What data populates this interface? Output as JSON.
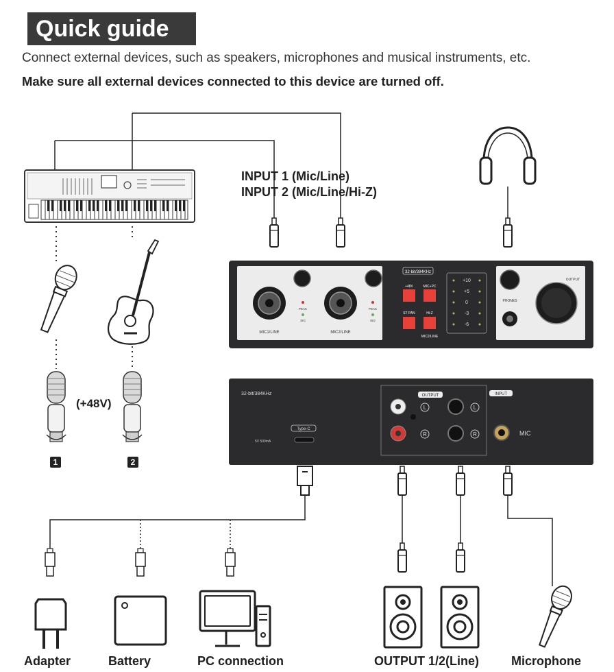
{
  "header": {
    "title": "Quick guide",
    "subtitle": "Connect external devices, such as speakers, microphones and musical instruments, etc.",
    "warning": "Make sure all external devices connected to this device are turned off."
  },
  "inputs_label": {
    "line1": "INPUT 1 (Mic/Line)",
    "line2": "INPUT 2 (Mic/Line/Hi-Z)"
  },
  "phantom_label": "(+48V)",
  "mic_badges": [
    "1",
    "2"
  ],
  "front_panel": {
    "spec": "32-bit/384KHz",
    "mic1": "MIC1/LINE",
    "mic2": "MIC2/LINE",
    "peak": "PEAK",
    "sig": "SIG",
    "btn_48v": "+48V",
    "btn_micpc": "MIC+PC",
    "btn_stpan": "ST PAN",
    "btn_hiz": "Hi-Z",
    "hiz_label": "MIC2/LINE",
    "meter": [
      "+10",
      "+5",
      "0",
      "-3",
      "-6"
    ],
    "phones": "PHONES",
    "output": "OUTPUT"
  },
  "rear_panel": {
    "spec": "32-bit/384KHz",
    "type_c": "Type-C",
    "power": "5V 500mA",
    "output_tag": "OUTPUT",
    "input_tag": "INPUT",
    "left": "L",
    "right": "R",
    "mic": "MIC"
  },
  "devices": {
    "adapter": "Adapter",
    "battery": "Battery",
    "pc": "PC connection",
    "speakers": "OUTPUT 1/2(Line)",
    "microphone": "Microphone"
  },
  "colors": {
    "panel": "#2b2b2d",
    "panel_face": "#ececec",
    "button_red": "#e8413a",
    "title_bg": "#3a3a3a"
  }
}
